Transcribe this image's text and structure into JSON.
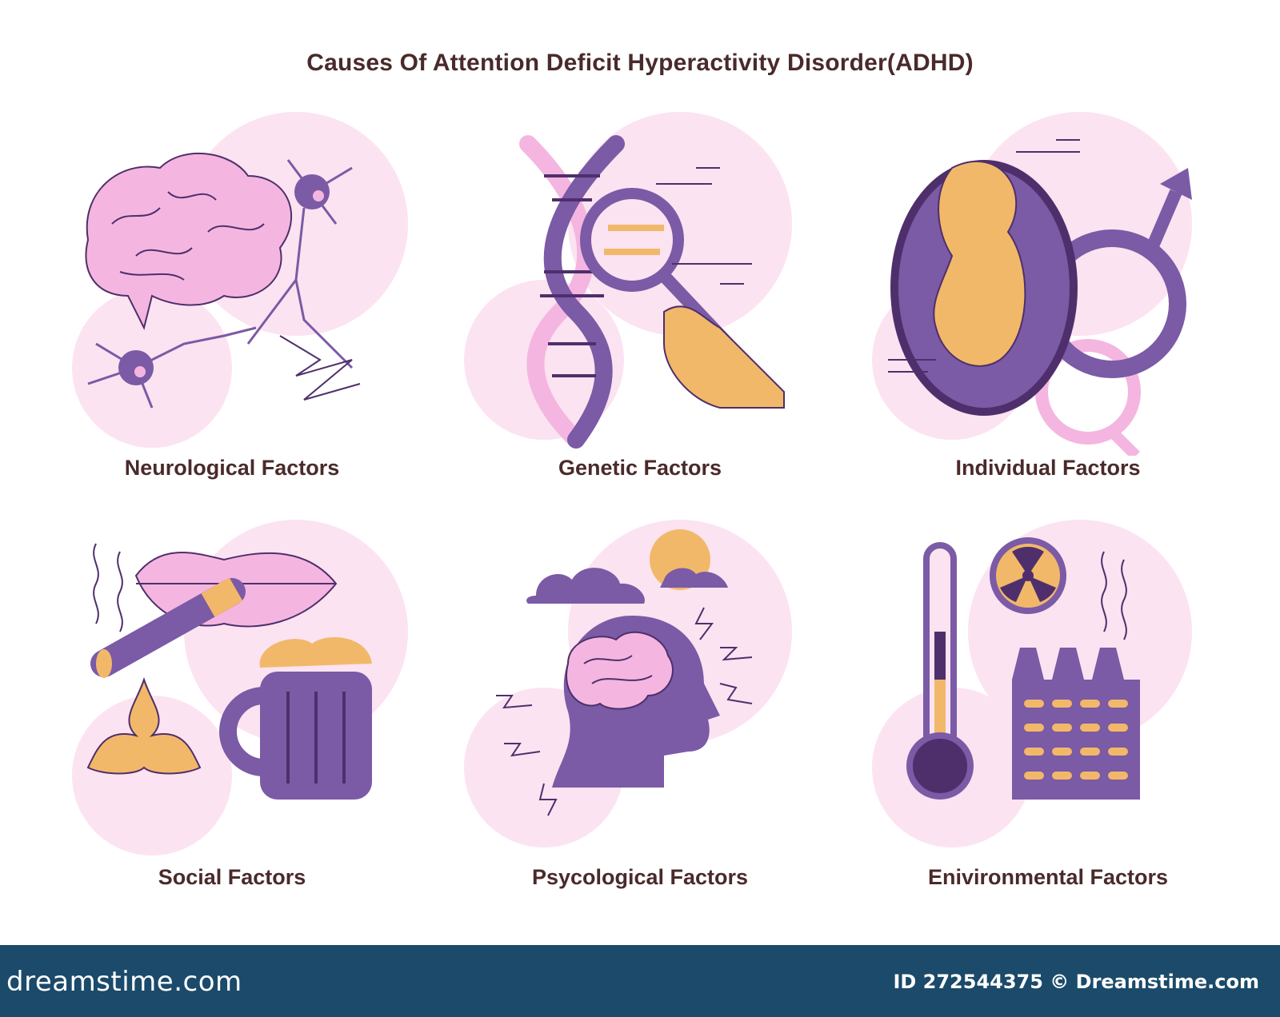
{
  "title": "Causes Of Attention Deficit Hyperactivity Disorder(ADHD)",
  "factors": [
    {
      "label": "Neurological Factors",
      "icon": "brain-neurons-icon"
    },
    {
      "label": "Genetic Factors",
      "icon": "dna-magnifier-icon"
    },
    {
      "label": "Individual Factors",
      "icon": "fetus-gender-icon"
    },
    {
      "label": "Social Factors",
      "icon": "cigarette-beer-cannabis-icon"
    },
    {
      "label": "Psycological Factors",
      "icon": "head-brain-weather-icon"
    },
    {
      "label": "Enivironmental Factors",
      "icon": "thermometer-factory-radiation-icon"
    }
  ],
  "footer": {
    "brand": "dreamstime.com",
    "image_id": "ID 272544375 © Dreamstime.com"
  },
  "colors": {
    "pink": "#f4b6e0",
    "pink_bg": "#fbe3f1",
    "purple": "#7b5aa6",
    "dark_purple": "#4f2f6b",
    "orange": "#f2b86a",
    "footer": "#1b4a6a",
    "text": "#4a2a2a"
  }
}
